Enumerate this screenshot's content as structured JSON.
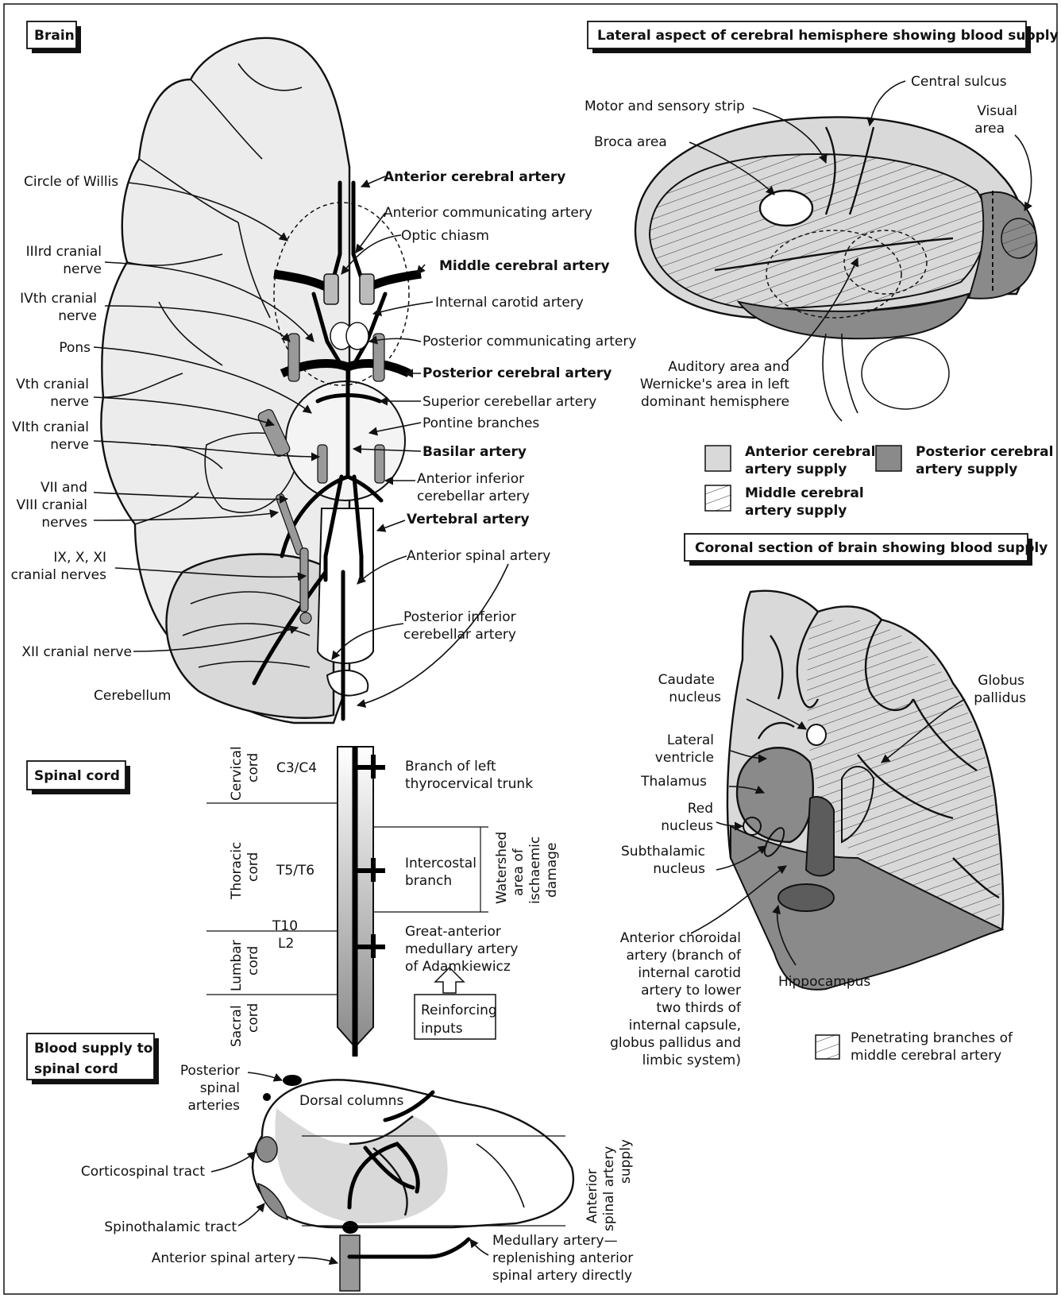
{
  "titles": {
    "brain": "Brain",
    "lateral": "Lateral aspect of cerebral hemisphere showing blood supply",
    "coronal": "Coronal section of brain showing blood supply",
    "spinal_cord": "Spinal cord",
    "blood_supply_1": "Blood supply to",
    "blood_supply_2": "spinal cord"
  },
  "brain_left": {
    "circle_willis": "Circle of Willis",
    "iii_1": "IIIrd cranial",
    "iii_2": "nerve",
    "iv_1": "IVth cranial",
    "iv_2": "nerve",
    "pons": "Pons",
    "v_1": "Vth cranial",
    "v_2": "nerve",
    "vi_1": "VIth cranial",
    "vi_2": "nerve",
    "vii_1": "VII and",
    "vii_2": "VIII cranial",
    "vii_3": "nerves",
    "ix_1": "IX, X, XI",
    "ix_2": "cranial nerves",
    "xii": "XII cranial nerve",
    "cerebellum": "Cerebellum"
  },
  "brain_right": {
    "aca": "Anterior cerebral artery",
    "acom": "Anterior communicating artery",
    "optic": "Optic chiasm",
    "mca": "Middle cerebral artery",
    "ica": "Internal carotid artery",
    "pcom": "Posterior communicating artery",
    "pca": "Posterior cerebral artery",
    "sca": "Superior cerebellar artery",
    "pontine": "Pontine branches",
    "basilar": "Basilar artery",
    "aica_1": "Anterior inferior",
    "aica_2": "cerebellar artery",
    "vertebral": "Vertebral artery",
    "asa": "Anterior spinal artery",
    "pica_1": "Posterior inferior",
    "pica_2": "cerebellar artery"
  },
  "lateral": {
    "motor": "Motor and sensory strip",
    "central": "Central sulcus",
    "visual_1": "Visual",
    "visual_2": "area",
    "broca": "Broca area",
    "aud_1": "Auditory area and",
    "aud_2": "Wernicke's area in left",
    "aud_3": "dominant hemisphere"
  },
  "legend": {
    "aca_1": "Anterior cerebral",
    "aca_2": "artery supply",
    "pca_1": "Posterior cerebral",
    "pca_2": "artery supply",
    "mca_1": "Middle cerebral",
    "mca_2": "artery supply"
  },
  "coronal": {
    "caudate_1": "Caudate",
    "caudate_2": "nucleus",
    "globus_1": "Globus",
    "globus_2": "pallidus",
    "lateral_v_1": "Lateral",
    "lateral_v_2": "ventricle",
    "thalamus": "Thalamus",
    "red_1": "Red",
    "red_2": "nucleus",
    "subth_1": "Subthalamic",
    "subth_2": "nucleus",
    "achor_1": "Anterior choroidal",
    "achor_2": "artery (branch of",
    "achor_3": "internal carotid",
    "achor_4": "artery to lower",
    "achor_5": "two thirds of",
    "achor_6": "internal capsule,",
    "achor_7": "globus pallidus and",
    "achor_8": "limbic system)",
    "hippocampus": "Hippocampus",
    "pen_1": "Penetrating branches of",
    "pen_2": "middle cerebral artery"
  },
  "spinal": {
    "cervical_1": "Cervical",
    "cervical_2": "cord",
    "thoracic_1": "Thoracic",
    "thoracic_2": "cord",
    "lumbar_1": "Lumbar",
    "lumbar_2": "cord",
    "sacral_1": "Sacral",
    "sacral_2": "cord",
    "c3c4": "C3/C4",
    "t5t6": "T5/T6",
    "t10": "T10",
    "l2": "L2",
    "thyro_1": "Branch of left",
    "thyro_2": "thyrocervical trunk",
    "inter_1": "Intercostal",
    "inter_2": "branch",
    "great_1": "Great-anterior",
    "great_2": "medullary artery",
    "great_3": "of  Adamkiewicz",
    "reinf_1": "Reinforcing",
    "reinf_2": "inputs",
    "water_1": "Watershed",
    "water_2": "area of",
    "water_3": "ischaemic",
    "water_4": "damage"
  },
  "cross": {
    "posterior_1": "Posterior",
    "posterior_2": "spinal",
    "posterior_3": "arteries",
    "dorsal": "Dorsal columns",
    "cortico": "Corticospinal tract",
    "spinoth": "Spinothalamic tract",
    "asa": "Anterior spinal artery",
    "asa_supply_1": "Anterior",
    "asa_supply_2": "spinal artery",
    "asa_supply_3": "supply",
    "med_1": "Medullary artery—",
    "med_2": "replenishing anterior",
    "med_3": "spinal artery directly"
  },
  "colors": {
    "light": "#d9d9d9",
    "dark": "#8a8a8a",
    "darker": "#5c5c5c",
    "ink": "#111111"
  }
}
